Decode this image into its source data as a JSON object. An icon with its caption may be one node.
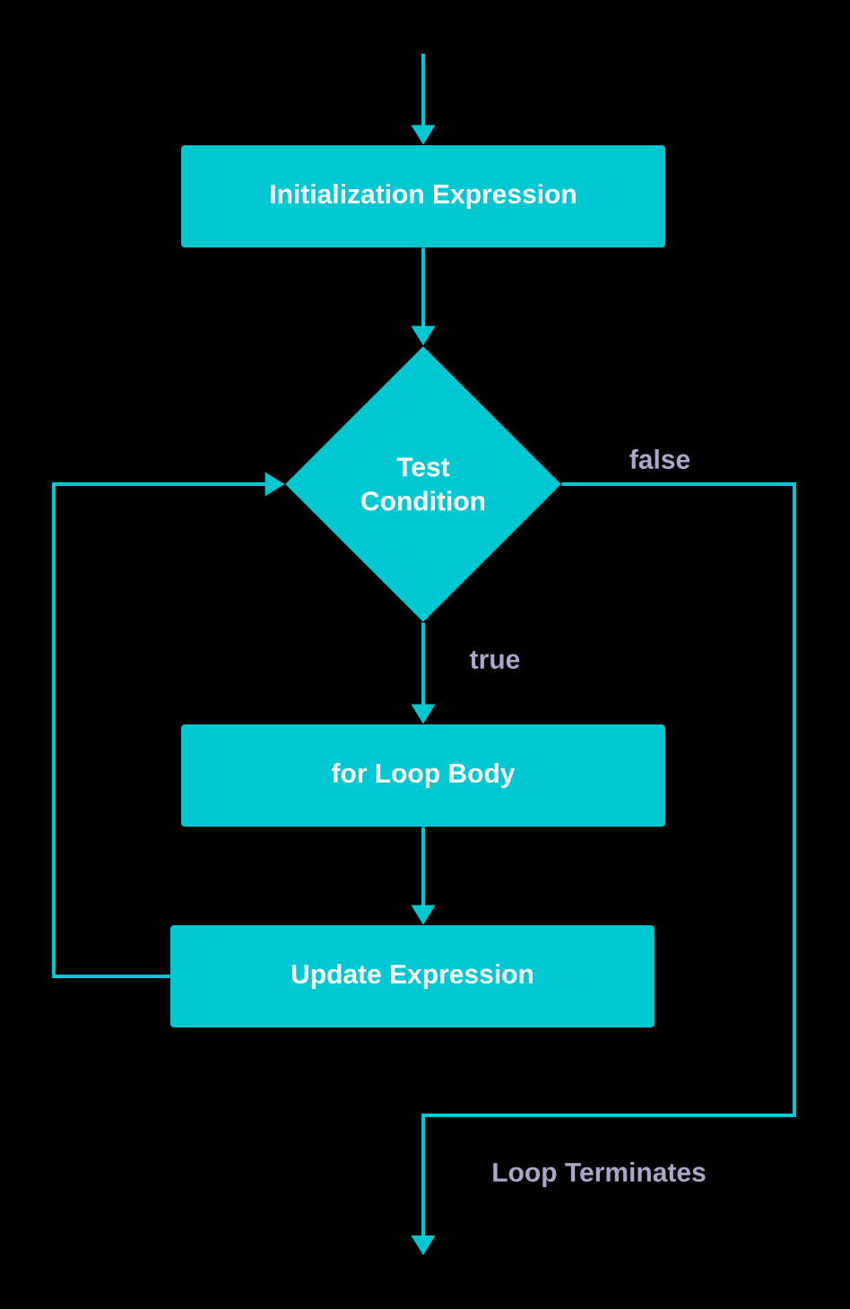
{
  "diagram": {
    "nodes": [
      {
        "text": [
          "Initialization Expression"
        ]
      },
      {
        "text": [
          "Test Condition"
        ]
      },
      {
        "text": [
          "for Loop Body"
        ]
      },
      {
        "text": [
          "Update Expression"
        ]
      }
    ],
    "edges": [
      {
        "from": null,
        "to": 0,
        "arrow": "to"
      },
      {
        "from": 0,
        "to": 1,
        "arrow": "to"
      },
      {
        "from": 1,
        "to": 2,
        "label": "true",
        "arrow": "to"
      },
      {
        "from": 2,
        "to": 3,
        "arrow": "to"
      },
      {
        "from": 3,
        "to": 1,
        "arrow": "to"
      },
      {
        "from": 1,
        "to": null,
        "label": "false",
        "arrow": "to"
      }
    ],
    "labels": [
      "Loop Terminates"
    ]
  }
}
